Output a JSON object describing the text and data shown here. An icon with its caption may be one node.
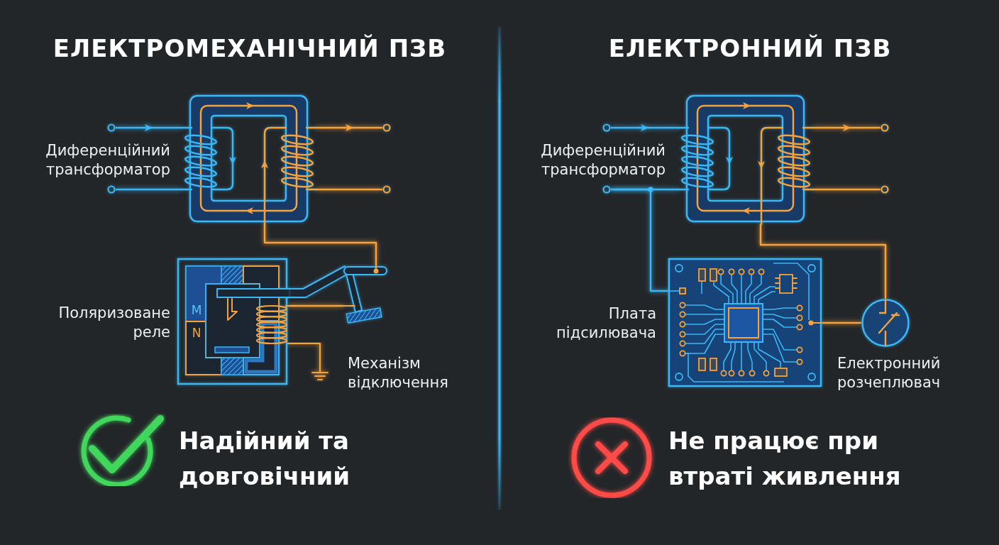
{
  "diagram": {
    "nodes": [
      {
        "text": [],
        "shape": "picture",
        "beside": [
          "Диференційний трансформатор"
        ]
      },
      {
        "text": [],
        "shape": "circle"
      },
      {
        "text": [],
        "shape": "circle"
      },
      {
        "text": [],
        "shape": "circle"
      },
      {
        "text": [],
        "shape": "circle"
      },
      {
        "text": [
          "M",
          "N"
        ],
        "beside": [
          "Поляризоване реле"
        ]
      },
      {
        "text": [],
        "shape": "picture",
        "beside": [
          "Механізм відключення"
        ]
      },
      {
        "text": [],
        "shape": "picture",
        "beside": [
          "Диференційний трансформатор"
        ]
      },
      {
        "text": [],
        "shape": "circle"
      },
      {
        "text": [],
        "shape": "circle"
      },
      {
        "text": [],
        "shape": "circle"
      },
      {
        "text": [],
        "shape": "circle"
      },
      {
        "text": [],
        "shape": "picture",
        "beside": [
          "Плата підсилювача"
        ]
      },
      {
        "text": [],
        "shape": "circle",
        "beside": [
          "Електронний розчеплювач"
        ]
      }
    ],
    "edges": [
      {
        "from": 1,
        "to": 0,
        "arrow": "to",
        "color": "#3ab7f5"
      },
      {
        "from": 2,
        "to": 0,
        "arrow": "none",
        "color": "#3ab7f5"
      },
      {
        "from": 0,
        "to": 3,
        "arrow": "to"
      },
      {
        "from": 0,
        "to": 4,
        "arrow": "none"
      },
      {
        "from": 0,
        "to": 6,
        "arrow": "none"
      },
      {
        "from": 8,
        "to": 7,
        "arrow": "to",
        "color": "#3ab7f5"
      },
      {
        "from": 9,
        "to": 7,
        "arrow": "none",
        "color": "#3ab7f5"
      },
      {
        "from": 7,
        "to": 10,
        "arrow": "to"
      },
      {
        "from": 7,
        "to": 11,
        "arrow": "none"
      },
      {
        "from": 9,
        "to": 12,
        "arrow": "none",
        "color": "#3ab7f5"
      },
      {
        "from": 7,
        "to": 13,
        "arrow": "none"
      },
      {
        "from": 12,
        "to": 13,
        "arrow": "none"
      },
      {
        "from": 5,
        "to": 6,
        "arrow": "none"
      }
    ],
    "labels": [
      "ЕЛЕКТРОМЕХАНІЧНИЙ ПЗВ",
      "ЕЛЕКТРОННИЙ ПЗВ",
      "Надійний та довговічний",
      "Не працює при втраті живлення"
    ]
  }
}
